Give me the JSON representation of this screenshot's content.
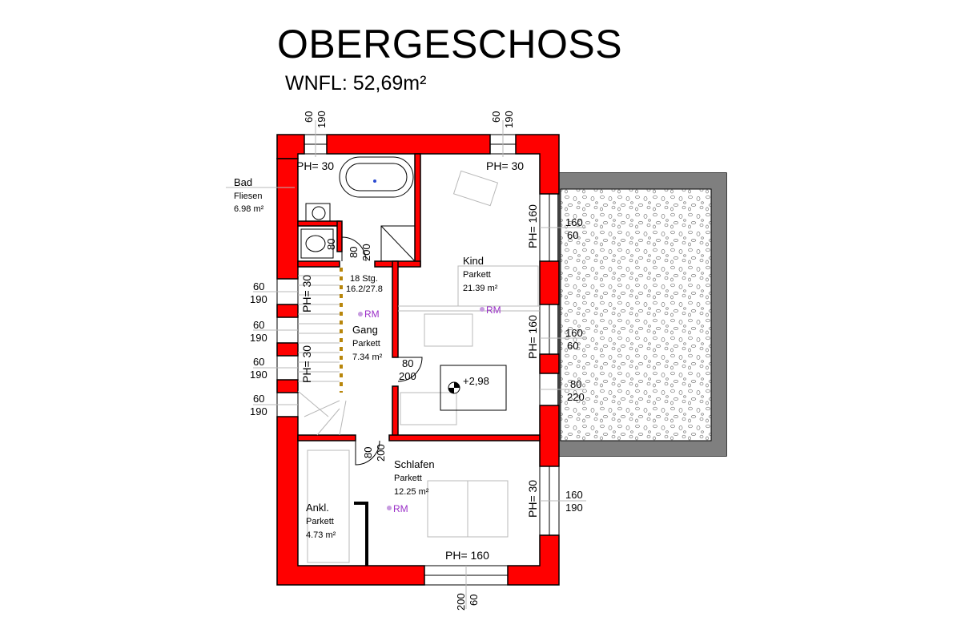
{
  "title": "OBERGESCHOSS",
  "living_area": "WNFL: 52,69m²",
  "rooms": {
    "bad": {
      "name": "Bad",
      "floor": "Fliesen",
      "area": "6.98 m²"
    },
    "kind": {
      "name": "Kind",
      "floor": "Parkett",
      "area": "21.39 m²"
    },
    "gang": {
      "name": "Gang",
      "floor": "Parkett",
      "area": "7.34 m²"
    },
    "schlafen": {
      "name": "Schlafen",
      "floor": "Parkett",
      "area": "12.25 m²"
    },
    "ankl": {
      "name": "Ankl.",
      "floor": "Parkett",
      "area": "4.73 m²"
    }
  },
  "stairs": {
    "steps": "18 Stg.",
    "ratio": "16.2/27.8"
  },
  "level_mark": "+2,98",
  "smoke_detector": "RM",
  "parapet": {
    "ph30": "PH= 30",
    "ph160": "PH= 160"
  },
  "dimensions": {
    "d60": "60",
    "d80": "80",
    "d160": "160",
    "d190": "190",
    "d200": "200",
    "d220": "220"
  }
}
